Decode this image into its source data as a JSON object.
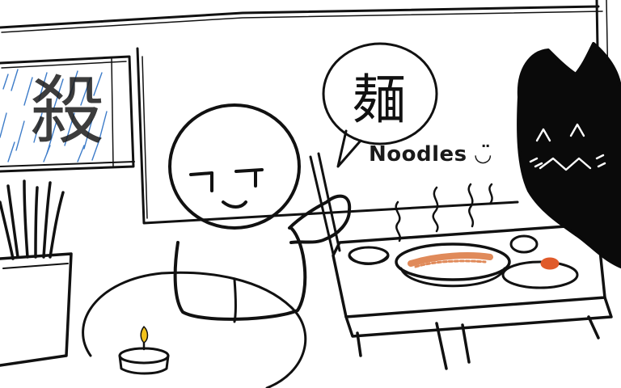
{
  "speech_bubble": {
    "text": "麺"
  },
  "caption": {
    "text": "Noodles",
    "emoticon": "◡̈"
  },
  "window": {
    "glyph": "殺"
  },
  "colors": {
    "ink": "#111111",
    "rain": "#3d7cc9",
    "noodles": "#e08a5a",
    "egg": "#e05a2a",
    "flame": "#f2c21b",
    "shadow_creature": "#0a0a0a"
  },
  "icons": [
    "candle-icon",
    "chopsticks-icon",
    "steam-icon",
    "noodle-bowl-icon"
  ]
}
